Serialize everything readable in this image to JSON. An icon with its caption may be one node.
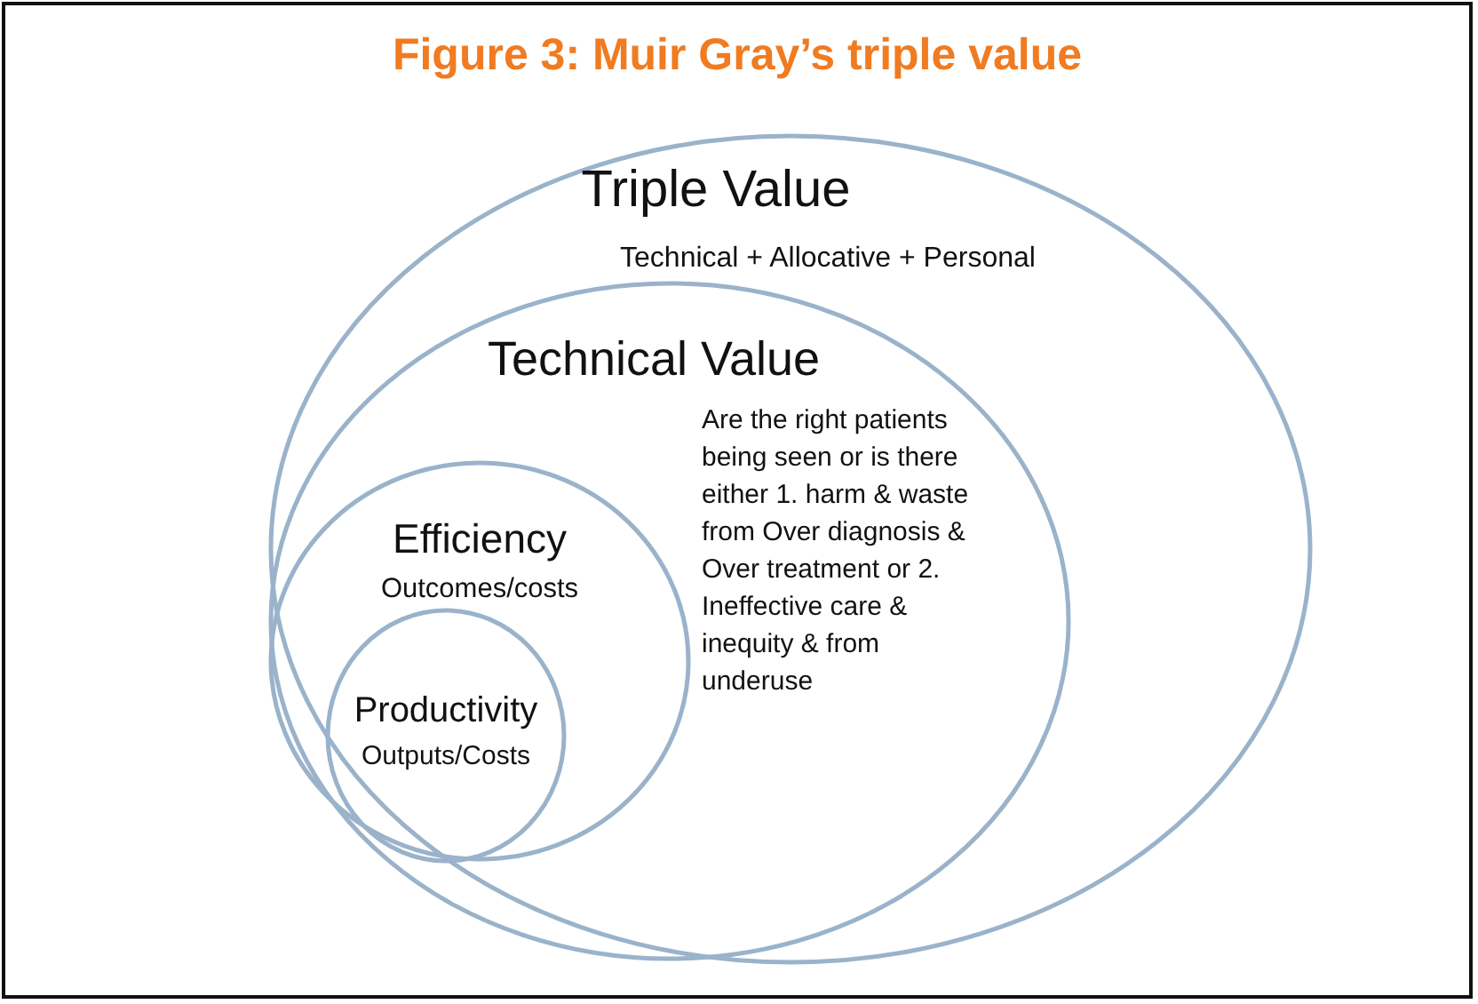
{
  "diagram": {
    "title": "Figure 3: Muir Gray’s triple value",
    "nodes": [
      {
        "text": [
          "Triple Value",
          "Technical + Allocative + Personal"
        ]
      },
      {
        "text": [
          "Technical Value",
          "Are the right patients being seen or is there either 1. harm & waste from Over diagnosis & Over treatment or 2. Ineffective care & inequity & from underuse"
        ],
        "in": 0
      },
      {
        "text": [
          "Efficiency",
          "Outcomes/costs"
        ],
        "in": 1
      },
      {
        "text": [
          "Productivity",
          "Outputs/Costs"
        ],
        "in": 2
      }
    ],
    "edges": []
  }
}
